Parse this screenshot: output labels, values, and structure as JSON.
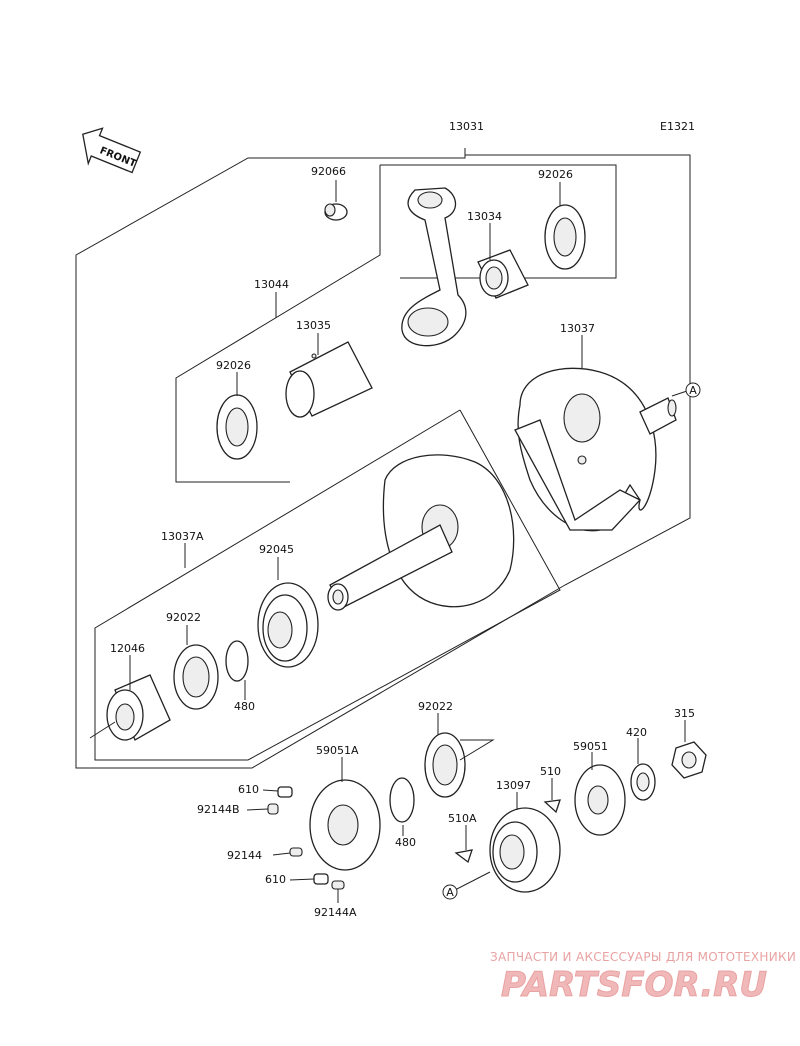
{
  "diagram": {
    "code": "E1321",
    "front_label": "FRONT",
    "ref_marker": "A",
    "part_numbers": {
      "assembly": "13031",
      "oil_jet": "92066",
      "con_rod_washer_upper": "92026",
      "needle_bearing": "13034",
      "con_rod_kit": "13044",
      "crank_pin": "13035",
      "con_rod_washer_lower": "92026",
      "flywheel_right": "13037",
      "flywheel_left": "13037A",
      "ball_bearing": "92045",
      "shim_left": "92022",
      "circlip_left": "480",
      "gear_left": "12046",
      "shim_right": "92022",
      "nut": "315",
      "washer_right": "420",
      "gear_59051a": "59051A",
      "gear_59051": "59051",
      "key_510": "510",
      "key_510a": "510A",
      "gear_13097": "13097",
      "pin_610_upper": "610",
      "spring_92144b": "92144B",
      "spring_92144": "92144",
      "pin_610_lower": "610",
      "spring_92144a": "92144A",
      "circlip_right": "480"
    }
  },
  "watermark": {
    "tagline": "ЗАПЧАСТИ И АКСЕССУАРЫ ДЛЯ МОТОТЕХНИКИ",
    "logo_text": "PARTSFOR.RU",
    "color": "#e9a2a2"
  }
}
